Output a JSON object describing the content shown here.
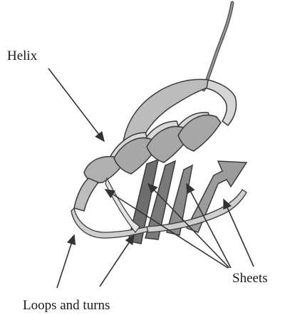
{
  "figure": {
    "labels": {
      "helix": "Helix",
      "sheets": "Sheets",
      "loops": "Loops and turns"
    },
    "colors": {
      "helix_front": "#a7a7a7",
      "helix_back": "#d8d8d8",
      "sheet_dark": "#7a7a7a",
      "sheet_mid": "#9c9c9c",
      "sheet_light": "#b9b9b9",
      "loop": "#c9c9c9",
      "outline": "#3a3a3a",
      "arrow": "#333333",
      "text": "#1a1a1a"
    }
  }
}
